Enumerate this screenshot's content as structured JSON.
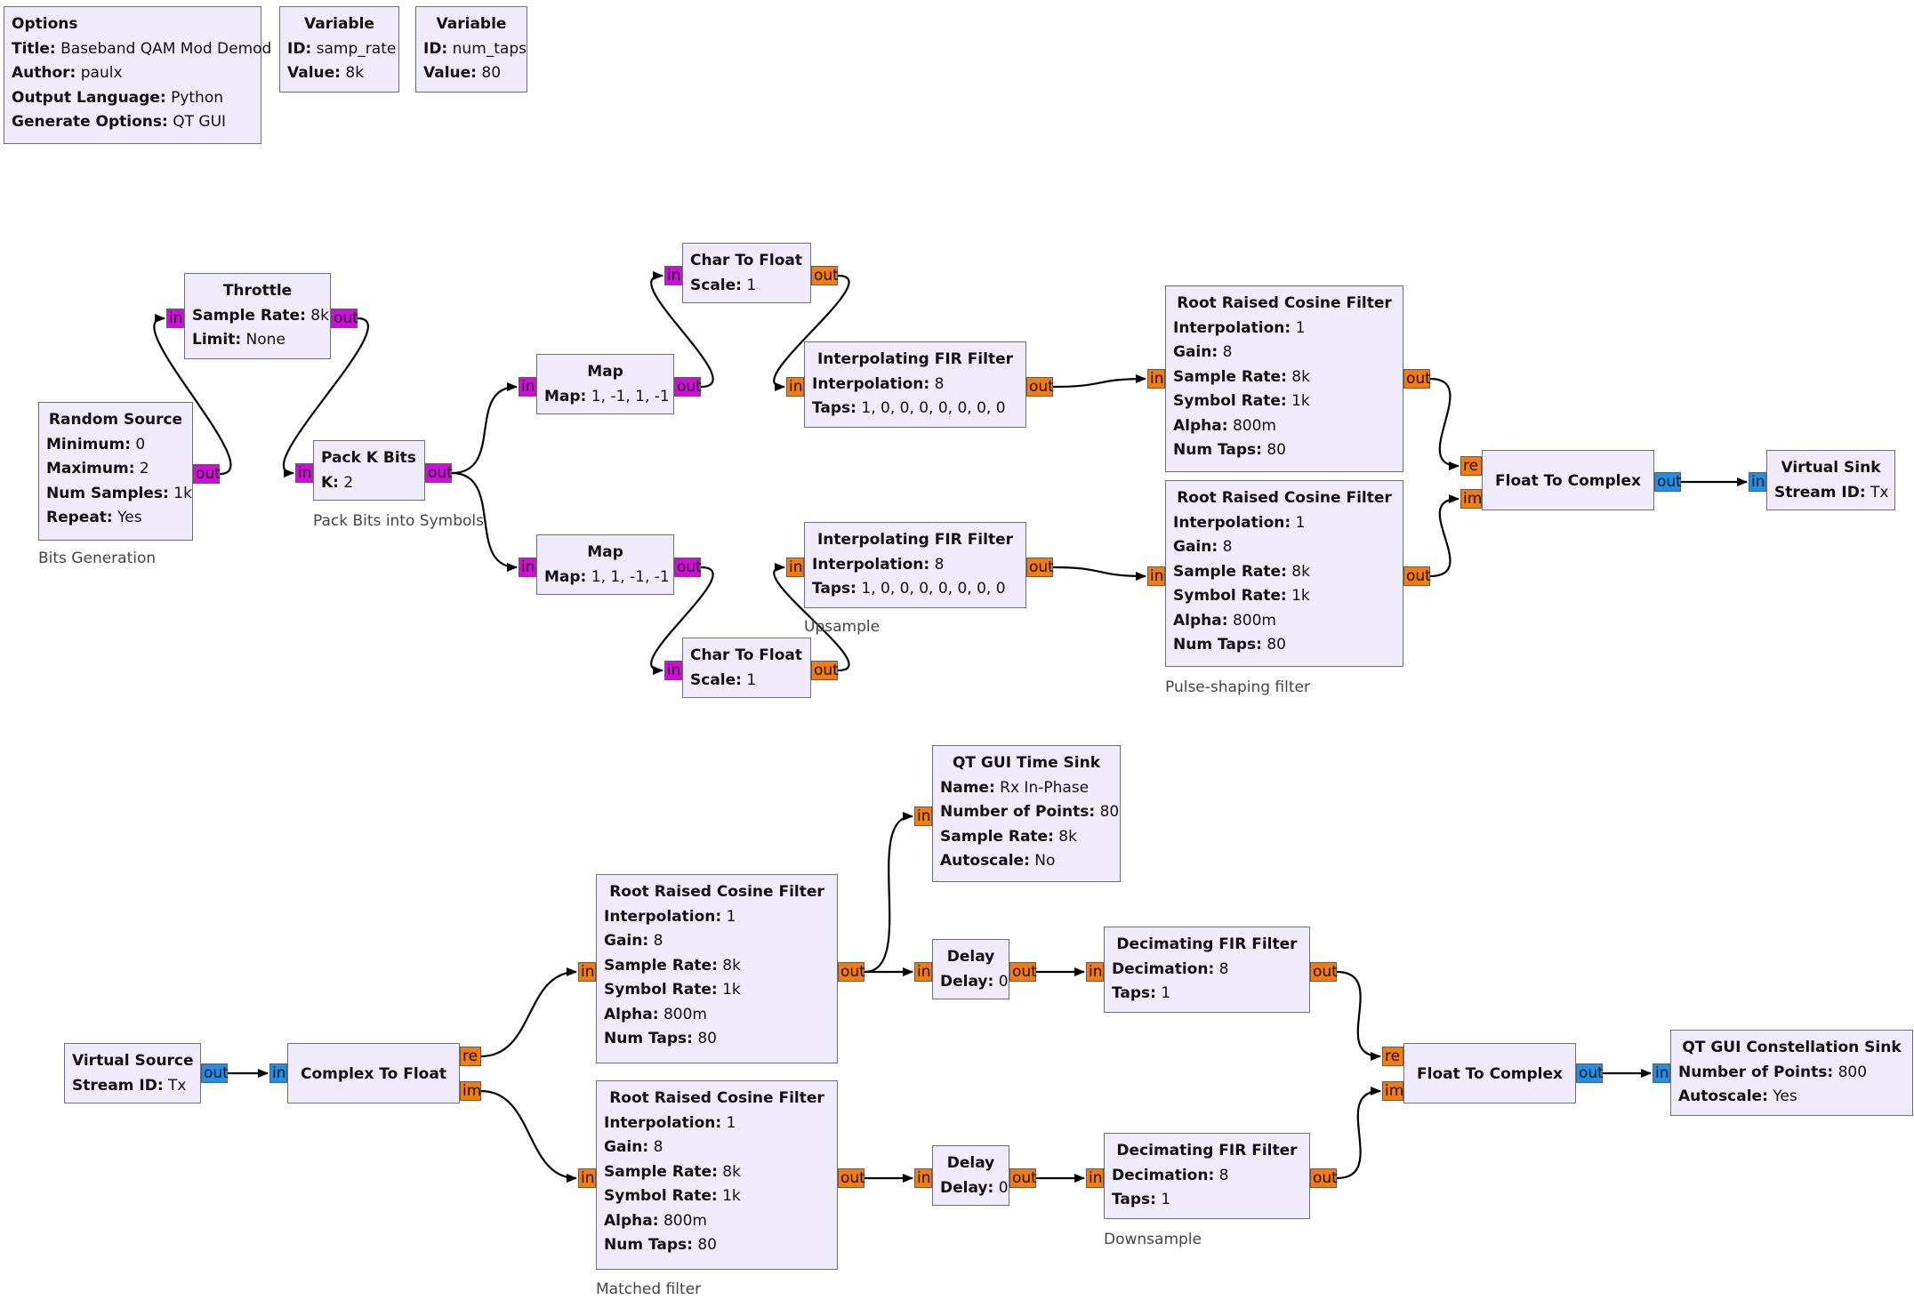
{
  "blocks": [
    {
      "id": "options",
      "title": "Options",
      "rows": [
        {
          "k": "Title:",
          "v": "Baseband QAM Mod Demod"
        },
        {
          "k": "Author:",
          "v": "paulx"
        },
        {
          "k": "Output Language:",
          "v": "Python"
        },
        {
          "k": "Generate Options:",
          "v": "QT GUI"
        }
      ]
    },
    {
      "id": "var_samp_rate",
      "title": "Variable",
      "rows": [
        {
          "k": "ID:",
          "v": "samp_rate"
        },
        {
          "k": "Value:",
          "v": "8k"
        }
      ]
    },
    {
      "id": "var_num_taps",
      "title": "Variable",
      "rows": [
        {
          "k": "ID:",
          "v": "num_taps"
        },
        {
          "k": "Value:",
          "v": "80"
        }
      ]
    },
    {
      "id": "random_source",
      "title": "Random Source",
      "rows": [
        {
          "k": "Minimum:",
          "v": "0"
        },
        {
          "k": "Maximum:",
          "v": "2"
        },
        {
          "k": "Num Samples:",
          "v": "1k"
        },
        {
          "k": "Repeat:",
          "v": "Yes"
        }
      ],
      "ports": [
        {
          "label": "out",
          "type": "byte"
        }
      ]
    },
    {
      "id": "throttle",
      "title": "Throttle",
      "rows": [
        {
          "k": "Sample Rate:",
          "v": "8k"
        },
        {
          "k": "Limit:",
          "v": "None"
        }
      ],
      "ports": [
        {
          "label": "in",
          "type": "byte"
        },
        {
          "label": "out",
          "type": "byte"
        }
      ]
    },
    {
      "id": "pack_k_bits",
      "title": "Pack K Bits",
      "rows": [
        {
          "k": "K:",
          "v": "2"
        }
      ],
      "ports": [
        {
          "label": "in",
          "type": "byte"
        },
        {
          "label": "out",
          "type": "byte"
        }
      ]
    },
    {
      "id": "map_top",
      "title": "Map",
      "rows": [
        {
          "k": "Map:",
          "v": "1, -1, 1, -1"
        }
      ],
      "ports": [
        {
          "label": "in",
          "type": "byte"
        },
        {
          "label": "out",
          "type": "byte"
        }
      ]
    },
    {
      "id": "map_bottom",
      "title": "Map",
      "rows": [
        {
          "k": "Map:",
          "v": "1, 1, -1, -1"
        }
      ],
      "ports": [
        {
          "label": "in",
          "type": "byte"
        },
        {
          "label": "out",
          "type": "byte"
        }
      ]
    },
    {
      "id": "char_to_float_top",
      "title": "Char To Float",
      "rows": [
        {
          "k": "Scale:",
          "v": "1"
        }
      ],
      "ports": [
        {
          "label": "in",
          "type": "byte"
        },
        {
          "label": "out",
          "type": "float"
        }
      ]
    },
    {
      "id": "char_to_float_bottom",
      "title": "Char To Float",
      "rows": [
        {
          "k": "Scale:",
          "v": "1"
        }
      ],
      "ports": [
        {
          "label": "in",
          "type": "byte"
        },
        {
          "label": "out",
          "type": "float"
        }
      ]
    },
    {
      "id": "interp_fir_top",
      "title": "Interpolating FIR Filter",
      "rows": [
        {
          "k": "Interpolation:",
          "v": "8"
        },
        {
          "k": "Taps:",
          "v": "1, 0, 0, 0, 0, 0, 0, 0"
        }
      ],
      "ports": [
        {
          "label": "in",
          "type": "float"
        },
        {
          "label": "out",
          "type": "float"
        }
      ]
    },
    {
      "id": "interp_fir_bottom",
      "title": "Interpolating FIR Filter",
      "rows": [
        {
          "k": "Interpolation:",
          "v": "8"
        },
        {
          "k": "Taps:",
          "v": "1, 0, 0, 0, 0, 0, 0, 0"
        }
      ],
      "ports": [
        {
          "label": "in",
          "type": "float"
        },
        {
          "label": "out",
          "type": "float"
        }
      ]
    },
    {
      "id": "rrc_tx_top",
      "title": "Root Raised Cosine Filter",
      "rows": [
        {
          "k": "Interpolation:",
          "v": "1"
        },
        {
          "k": "Gain:",
          "v": "8"
        },
        {
          "k": "Sample Rate:",
          "v": "8k"
        },
        {
          "k": "Symbol Rate:",
          "v": "1k"
        },
        {
          "k": "Alpha:",
          "v": "800m"
        },
        {
          "k": "Num Taps:",
          "v": "80"
        }
      ],
      "ports": [
        {
          "label": "in",
          "type": "float"
        },
        {
          "label": "out",
          "type": "float"
        }
      ]
    },
    {
      "id": "rrc_tx_bottom",
      "title": "Root Raised Cosine Filter",
      "rows": [
        {
          "k": "Interpolation:",
          "v": "1"
        },
        {
          "k": "Gain:",
          "v": "8"
        },
        {
          "k": "Sample Rate:",
          "v": "8k"
        },
        {
          "k": "Symbol Rate:",
          "v": "1k"
        },
        {
          "k": "Alpha:",
          "v": "800m"
        },
        {
          "k": "Num Taps:",
          "v": "80"
        }
      ],
      "ports": [
        {
          "label": "in",
          "type": "float"
        },
        {
          "label": "out",
          "type": "float"
        }
      ]
    },
    {
      "id": "float_to_complex_tx",
      "title": "Float To Complex",
      "rows": [],
      "ports": [
        {
          "label": "re",
          "type": "float"
        },
        {
          "label": "im",
          "type": "float"
        },
        {
          "label": "out",
          "type": "complex"
        }
      ]
    },
    {
      "id": "virtual_sink",
      "title": "Virtual Sink",
      "rows": [
        {
          "k": "Stream ID:",
          "v": "Tx"
        }
      ],
      "ports": [
        {
          "label": "in",
          "type": "complex"
        }
      ]
    },
    {
      "id": "qt_time_sink",
      "title": "QT GUI Time Sink",
      "rows": [
        {
          "k": "Name:",
          "v": "Rx In-Phase"
        },
        {
          "k": "Number of Points:",
          "v": "80"
        },
        {
          "k": "Sample Rate:",
          "v": "8k"
        },
        {
          "k": "Autoscale:",
          "v": "No"
        }
      ],
      "ports": [
        {
          "label": "in",
          "type": "float"
        }
      ]
    },
    {
      "id": "rrc_rx_top",
      "title": "Root Raised Cosine Filter",
      "rows": [
        {
          "k": "Interpolation:",
          "v": "1"
        },
        {
          "k": "Gain:",
          "v": "8"
        },
        {
          "k": "Sample Rate:",
          "v": "8k"
        },
        {
          "k": "Symbol Rate:",
          "v": "1k"
        },
        {
          "k": "Alpha:",
          "v": "800m"
        },
        {
          "k": "Num Taps:",
          "v": "80"
        }
      ],
      "ports": [
        {
          "label": "in",
          "type": "float"
        },
        {
          "label": "out",
          "type": "float"
        }
      ]
    },
    {
      "id": "rrc_rx_bottom",
      "title": "Root Raised Cosine Filter",
      "rows": [
        {
          "k": "Interpolation:",
          "v": "1"
        },
        {
          "k": "Gain:",
          "v": "8"
        },
        {
          "k": "Sample Rate:",
          "v": "8k"
        },
        {
          "k": "Symbol Rate:",
          "v": "1k"
        },
        {
          "k": "Alpha:",
          "v": "800m"
        },
        {
          "k": "Num Taps:",
          "v": "80"
        }
      ],
      "ports": [
        {
          "label": "in",
          "type": "float"
        },
        {
          "label": "out",
          "type": "float"
        }
      ]
    },
    {
      "id": "virtual_source",
      "title": "Virtual Source",
      "rows": [
        {
          "k": "Stream ID:",
          "v": "Tx"
        }
      ],
      "ports": [
        {
          "label": "out",
          "type": "complex"
        }
      ]
    },
    {
      "id": "complex_to_float",
      "title": "Complex To Float",
      "rows": [],
      "ports": [
        {
          "label": "in",
          "type": "complex"
        },
        {
          "label": "re",
          "type": "float"
        },
        {
          "label": "im",
          "type": "float"
        }
      ]
    },
    {
      "id": "delay_top",
      "title": "Delay",
      "rows": [
        {
          "k": "Delay:",
          "v": "0"
        }
      ],
      "ports": [
        {
          "label": "in",
          "type": "float"
        },
        {
          "label": "out",
          "type": "float"
        }
      ]
    },
    {
      "id": "delay_bottom",
      "title": "Delay",
      "rows": [
        {
          "k": "Delay:",
          "v": "0"
        }
      ],
      "ports": [
        {
          "label": "in",
          "type": "float"
        },
        {
          "label": "out",
          "type": "float"
        }
      ]
    },
    {
      "id": "decim_fir_top",
      "title": "Decimating FIR Filter",
      "rows": [
        {
          "k": "Decimation:",
          "v": "8"
        },
        {
          "k": "Taps:",
          "v": "1"
        }
      ],
      "ports": [
        {
          "label": "in",
          "type": "float"
        },
        {
          "label": "out",
          "type": "float"
        }
      ]
    },
    {
      "id": "decim_fir_bottom",
      "title": "Decimating FIR Filter",
      "rows": [
        {
          "k": "Decimation:",
          "v": "8"
        },
        {
          "k": "Taps:",
          "v": "1"
        }
      ],
      "ports": [
        {
          "label": "in",
          "type": "float"
        },
        {
          "label": "out",
          "type": "float"
        }
      ]
    },
    {
      "id": "float_to_complex_rx",
      "title": "Float To Complex",
      "rows": [],
      "ports": [
        {
          "label": "re",
          "type": "float"
        },
        {
          "label": "im",
          "type": "float"
        },
        {
          "label": "out",
          "type": "complex"
        }
      ]
    },
    {
      "id": "qt_constellation_sink",
      "title": "QT GUI Constellation Sink",
      "rows": [
        {
          "k": "Number of Points:",
          "v": "800"
        },
        {
          "k": "Autoscale:",
          "v": "Yes"
        }
      ],
      "ports": [
        {
          "label": "in",
          "type": "complex"
        }
      ]
    }
  ],
  "captions": [
    {
      "id": "bits_generation",
      "text": "Bits Generation"
    },
    {
      "id": "pack_bits_into_symbols",
      "text": "Pack Bits into Symbols"
    },
    {
      "id": "upsample",
      "text": "Upsample"
    },
    {
      "id": "pulse_shaping_filter",
      "text": "Pulse-shaping filter"
    },
    {
      "id": "matched_filter",
      "text": "Matched filter"
    },
    {
      "id": "downsample",
      "text": "Downsample"
    }
  ],
  "connections": [
    {
      "from": "random_source.out",
      "to": "throttle.in"
    },
    {
      "from": "throttle.out",
      "to": "pack_k_bits.in"
    },
    {
      "from": "pack_k_bits.out",
      "to": "map_top.in"
    },
    {
      "from": "pack_k_bits.out",
      "to": "map_bottom.in"
    },
    {
      "from": "map_top.out",
      "to": "char_to_float_top.in"
    },
    {
      "from": "map_bottom.out",
      "to": "char_to_float_bottom.in"
    },
    {
      "from": "char_to_float_top.out",
      "to": "interp_fir_top.in"
    },
    {
      "from": "char_to_float_bottom.out",
      "to": "interp_fir_bottom.in"
    },
    {
      "from": "interp_fir_top.out",
      "to": "rrc_tx_top.in"
    },
    {
      "from": "interp_fir_bottom.out",
      "to": "rrc_tx_bottom.in"
    },
    {
      "from": "rrc_tx_top.out",
      "to": "float_to_complex_tx.re"
    },
    {
      "from": "rrc_tx_bottom.out",
      "to": "float_to_complex_tx.im"
    },
    {
      "from": "float_to_complex_tx.out",
      "to": "virtual_sink.in"
    },
    {
      "from": "virtual_source.out",
      "to": "complex_to_float.in"
    },
    {
      "from": "complex_to_float.re",
      "to": "rrc_rx_top.in"
    },
    {
      "from": "complex_to_float.im",
      "to": "rrc_rx_bottom.in"
    },
    {
      "from": "rrc_rx_top.out",
      "to": "qt_time_sink.in"
    },
    {
      "from": "rrc_rx_top.out",
      "to": "delay_top.in"
    },
    {
      "from": "rrc_rx_bottom.out",
      "to": "delay_bottom.in"
    },
    {
      "from": "delay_top.out",
      "to": "decim_fir_top.in"
    },
    {
      "from": "delay_bottom.out",
      "to": "decim_fir_bottom.in"
    },
    {
      "from": "decim_fir_top.out",
      "to": "float_to_complex_rx.re"
    },
    {
      "from": "decim_fir_bottom.out",
      "to": "float_to_complex_rx.im"
    },
    {
      "from": "float_to_complex_rx.out",
      "to": "qt_constellation_sink.in"
    }
  ],
  "colors": {
    "block_fill": "#efebfb",
    "byte_port": "#d30bdc",
    "float_port": "#f57c0c",
    "complex_port": "#1f90ea"
  }
}
